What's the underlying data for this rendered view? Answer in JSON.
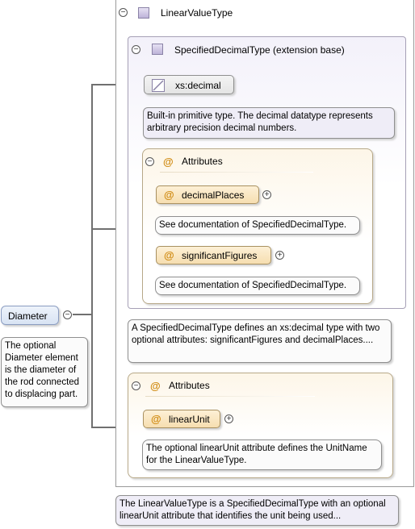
{
  "root": {
    "label": "Diameter",
    "documentation": "The optional Diameter element is the diameter of the rod connected to displacing part."
  },
  "linear_value_type": {
    "title": "LinearValueType",
    "documentation": "The LinearValueType is a SpecifiedDecimalType with an optional linearUnit attribute that identifies the unit being used..."
  },
  "specified_decimal_type": {
    "title": "SpecifiedDecimalType (extension base)",
    "documentation": "A SpecifiedDecimalType defines an xs:decimal type with two optional attributes: significantFigures and decimalPlaces....",
    "base_type": {
      "label": "xs:decimal",
      "documentation": "Built-in primitive type. The decimal datatype represents arbitrary precision decimal numbers."
    },
    "attributes": {
      "title": "Attributes",
      "items": [
        {
          "label": "decimalPlaces",
          "documentation": "See documentation of SpecifiedDecimalType."
        },
        {
          "label": "significantFigures",
          "documentation": "See documentation of SpecifiedDecimalType."
        }
      ]
    }
  },
  "lvt_attributes": {
    "title": "Attributes",
    "items": [
      {
        "label": "linearUnit",
        "documentation": "The optional linearUnit attribute defines the UnitName for the LinearValueType."
      }
    ]
  },
  "symbols": {
    "at": "@",
    "minus": "−",
    "plus": "+"
  },
  "colors": {
    "attribute_fill": "#f6deb0",
    "element_fill": "#d8e3f3",
    "type_fill": "#efedf7",
    "connector": "#707070"
  }
}
